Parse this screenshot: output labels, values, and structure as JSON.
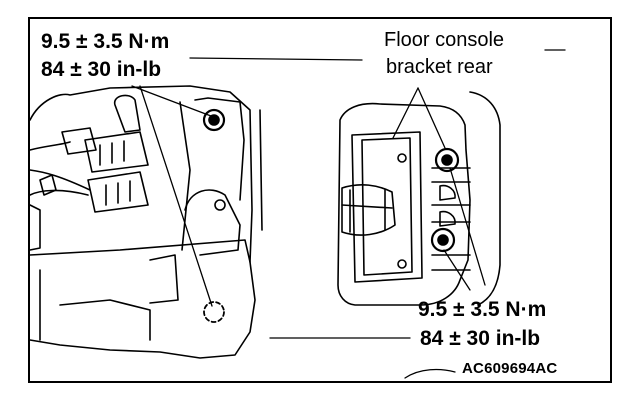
{
  "labels": {
    "torque_left_nm": "9.5 ± 3.5 N·m",
    "torque_left_inlb": "84 ± 30 in-lb",
    "callout_line1": "Floor console",
    "callout_line2": "bracket rear",
    "torque_right_nm": "9.5 ± 3.5 N·m",
    "torque_right_inlb": "84 ± 30 in-lb",
    "figure_code": "AC609694AC"
  }
}
